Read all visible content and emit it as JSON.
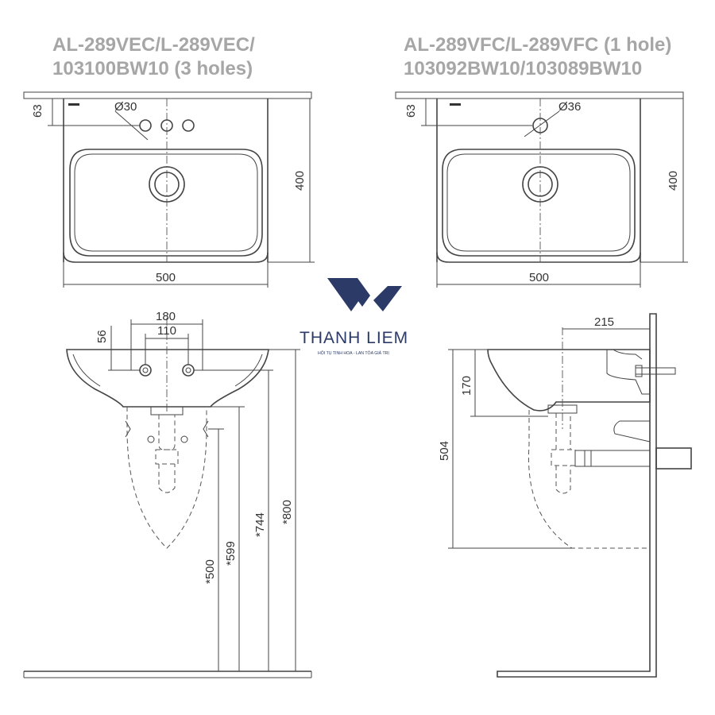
{
  "titles": {
    "left": [
      "AL-289VEC/L-289VEC/",
      "103100BW10 (3 holes)"
    ],
    "right": [
      "AL-289VFC/L-289VFC (1 hole)",
      "103092BW10/103089BW10"
    ]
  },
  "dimensions": {
    "top_left": {
      "depth_63": "63",
      "hole_diameter": "Ø30",
      "height_400": "400",
      "width_500": "500"
    },
    "top_right": {
      "depth_63": "63",
      "hole_diameter": "Ø36",
      "height_400": "400",
      "width_500": "500"
    },
    "front": {
      "d180": "180",
      "d110": "110",
      "d56": "56",
      "h500": "*500",
      "h599": "*599",
      "h744": "*744",
      "h800": "*800"
    },
    "side": {
      "d215": "215",
      "d170": "170",
      "d504": "504"
    }
  },
  "brand": {
    "name": "THANH LIEM",
    "tagline": "HỘI TỤ TINH HOA - LAN TỎA GIÁ TRỊ",
    "color": "#2b3a67"
  }
}
